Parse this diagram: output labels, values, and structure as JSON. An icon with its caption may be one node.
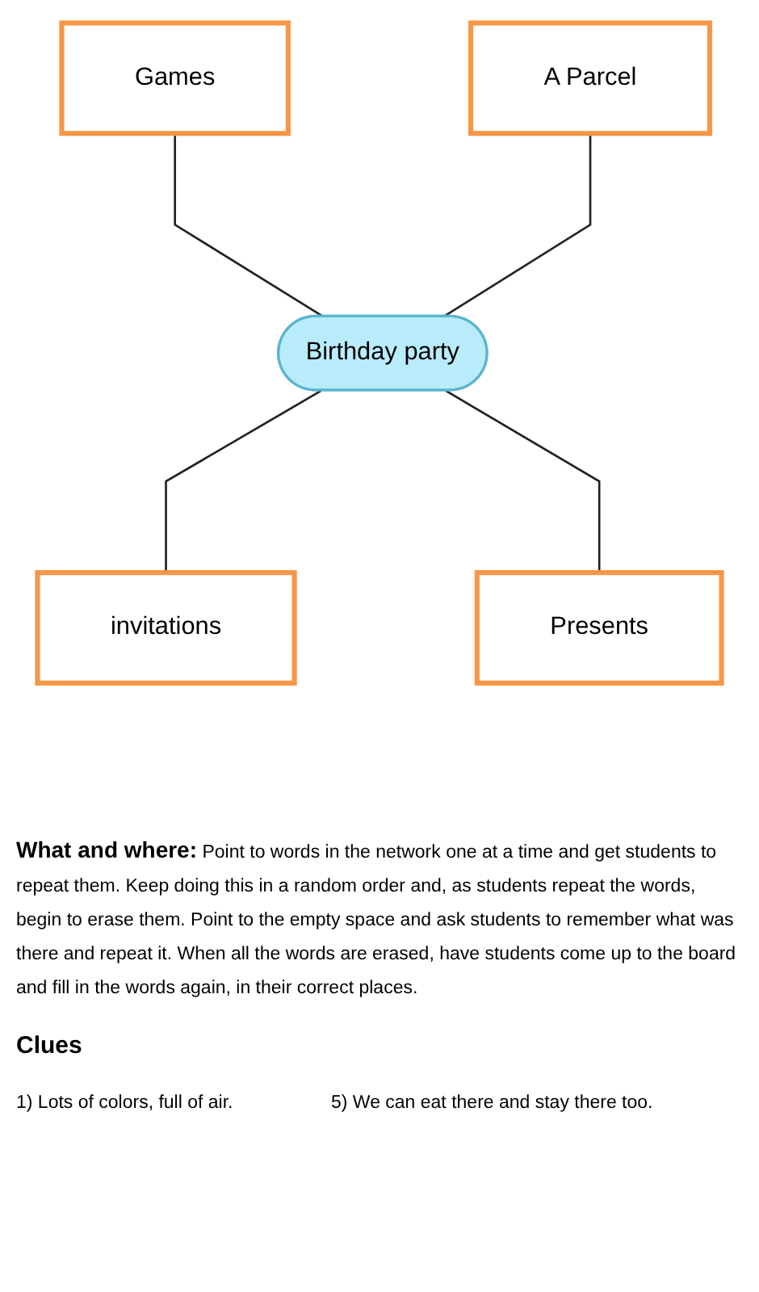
{
  "diagram": {
    "nodes": [
      {
        "text": [
          "Games"
        ]
      },
      {
        "text": [
          "A Parcel"
        ]
      },
      {
        "text": [
          "Birthday party"
        ]
      },
      {
        "text": [
          "invitations"
        ]
      },
      {
        "text": [
          "Presents"
        ]
      }
    ],
    "edges": [
      {
        "from": 0,
        "to": 2,
        "arrow": "none"
      },
      {
        "from": 1,
        "to": 2,
        "arrow": "none"
      },
      {
        "from": 2,
        "to": 3,
        "arrow": "none"
      },
      {
        "from": 2,
        "to": 4,
        "arrow": "none"
      }
    ],
    "labels": [
      "**What and where:** Point to words in the network one at a time and get students to repeat them. Keep doing this in a random order and, as students repeat the words, begin to erase them. Point to the empty space and ask students to remember what was there and repeat it. When all the words are erased, have students come up to the board and fill in the words again, in their correct places.",
      "Clues",
      "1) Lots of colors, full of air.",
      "5) We can eat there and stay there too."
    ]
  }
}
